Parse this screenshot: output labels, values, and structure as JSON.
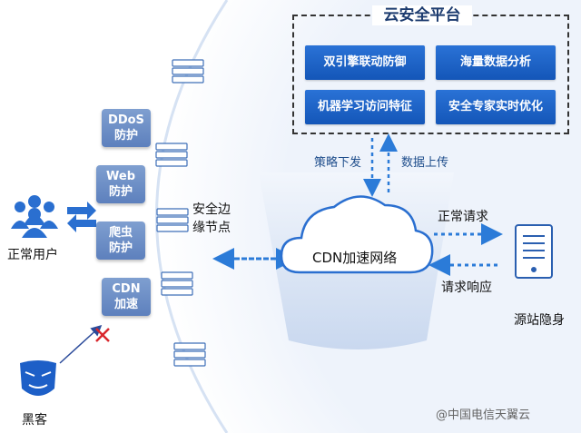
{
  "platform": {
    "title": "云安全平台",
    "features": [
      "双引擎联动防御",
      "海量数据分析",
      "机器学习访问特征",
      "安全专家实时优化"
    ]
  },
  "arrows": {
    "down": "策略下发",
    "up": "数据上传"
  },
  "shields": [
    {
      "line1": "DDoS",
      "line2": "防护"
    },
    {
      "line1": "Web",
      "line2": "防护"
    },
    {
      "line1": "爬虫",
      "line2": "防护"
    },
    {
      "line1": "CDN",
      "line2": "加速"
    }
  ],
  "labels": {
    "users": "正常用户",
    "hacker": "黑客",
    "edge_line1": "安全边",
    "edge_line2": "缘节点",
    "cdn": "CDN加速网络",
    "request": "正常请求",
    "response": "请求响应",
    "origin": "源站隐身"
  },
  "watermark": "@中国电信天翼云",
  "colors": {
    "accent": "#1456b8",
    "shield": "#6b8cc6",
    "arrow": "#2b7bd8",
    "danger": "#d9262c"
  }
}
